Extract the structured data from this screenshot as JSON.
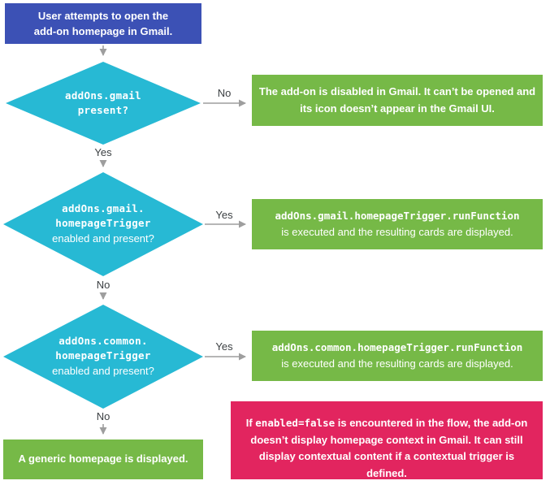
{
  "colors": {
    "start_box": "#3C51B5",
    "decision_diamond": "#27B9D4",
    "result_box": "#76B947",
    "note_box": "#E2255F",
    "arrow": "#9E9E9E",
    "edge_label_text": "#3C4043"
  },
  "flow": {
    "start": {
      "text": "User attempts to open the\nadd-on homepage in Gmail."
    },
    "decision1": {
      "code_line1": "addOns.gmail",
      "code_line2": "present?"
    },
    "decision2": {
      "code_line1": "addOns.gmail.",
      "code_line2": "homepageTrigger",
      "plain_line": "enabled and present?"
    },
    "decision3": {
      "code_line1": "addOns.common.",
      "code_line2": "homepageTrigger",
      "plain_line": "enabled and present?"
    },
    "result_disabled": {
      "text": "The add-on is disabled in Gmail. It can’t be opened and\nits icon doesn’t appear in the Gmail UI."
    },
    "result_gmail_trigger": {
      "code": "addOns.gmail.homepageTrigger.runFunction",
      "text": "is executed and the resulting cards are displayed."
    },
    "result_common_trigger": {
      "code": "addOns.common.homepageTrigger.runFunction",
      "text": "is executed and the resulting cards are displayed."
    },
    "result_generic": {
      "text": "A generic homepage is displayed."
    },
    "note": {
      "text_before": "If ",
      "code": "enabled=false",
      "text_after": " is encountered in the flow, the add-on\ndoesn’t display homepage context in Gmail. It can still\ndisplay contextual content if a contextual trigger is defined."
    }
  },
  "edge_labels": {
    "d1_no": "No",
    "d1_yes": "Yes",
    "d2_yes": "Yes",
    "d2_no": "No",
    "d3_yes": "Yes",
    "d3_no": "No"
  }
}
